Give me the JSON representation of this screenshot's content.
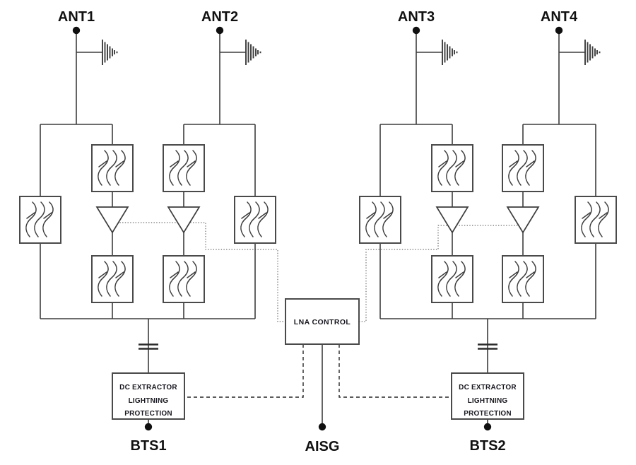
{
  "diagram": {
    "type": "antenna-system-block-diagram",
    "antennas": [
      {
        "label": "ANT1"
      },
      {
        "label": "ANT2"
      },
      {
        "label": "ANT3"
      },
      {
        "label": "ANT4"
      }
    ],
    "ports": {
      "bts1": "BTS1",
      "bts2": "BTS2",
      "aisg": "AISG"
    },
    "blocks": {
      "lna_control": "LNA CONTROL",
      "dc_extractor_lines": [
        "DC EXTRACTOR",
        "LIGHTNING",
        "PROTECTION"
      ]
    },
    "icons": {
      "filter": "bandpass-filter-icon",
      "amplifier": "lna-amplifier-icon",
      "antenna": "antenna-icon",
      "capacitor": "capacitor-icon",
      "terminal": "terminal-dot"
    },
    "colors": {
      "background": "#ffffff",
      "wire": "#3d3d3d",
      "box-stroke": "#4a4a4a",
      "text": "#111111"
    }
  }
}
